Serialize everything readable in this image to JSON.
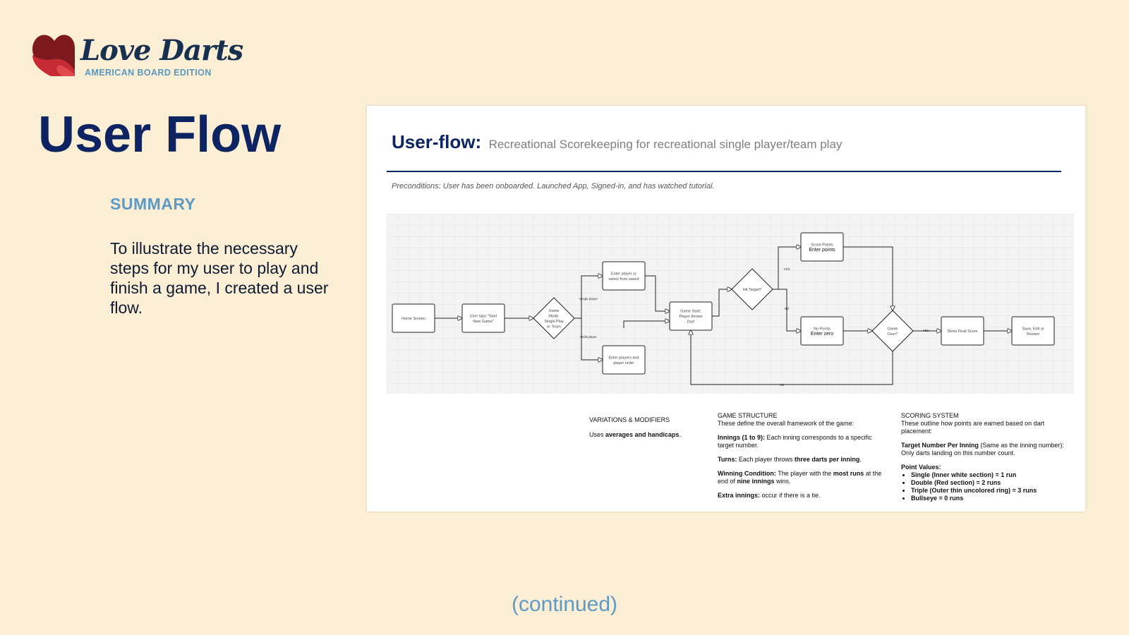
{
  "logo": {
    "title": "Love Darts",
    "subtitle": "AMERICAN BOARD EDITION"
  },
  "page_title": "User Flow",
  "summary": {
    "heading": "SUMMARY",
    "body": "To illustrate the necessary steps for my user to play and finish a game, I created a user flow."
  },
  "continued": "(continued)",
  "colors": {
    "navy": "#0D2362",
    "accent_blue": "#5E9AC3",
    "background": "#FAEED5",
    "logo_red": "#B3202A"
  },
  "card": {
    "title": "User-flow:",
    "subtitle": "Recreational Scorekeeping for recreational single player/team play",
    "preconditions": "Preconditions: User has been onboarded. Launched App, Signed-in, and has watched tutorial."
  },
  "flow": {
    "nodes": [
      {
        "id": "home",
        "shape": "rect",
        "lines": [
          "Home Screen"
        ]
      },
      {
        "id": "new-game",
        "shape": "rect",
        "lines": [
          "User taps \"Start",
          "New Game\""
        ]
      },
      {
        "id": "game-mode",
        "shape": "diamond",
        "lines": [
          "Game",
          "Mode:",
          "Single Play",
          "or Team"
        ]
      },
      {
        "id": "enter-player",
        "shape": "rect",
        "lines": [
          "Enter player or",
          "select from saved"
        ]
      },
      {
        "id": "enter-players",
        "shape": "rect",
        "lines": [
          "Enter players and",
          "player order"
        ]
      },
      {
        "id": "game-start",
        "shape": "rect",
        "lines": [
          "Game Start:",
          "Player throws",
          "Dart"
        ]
      },
      {
        "id": "hit-target",
        "shape": "diamond",
        "lines": [
          "Hit Target?"
        ]
      },
      {
        "id": "score-points",
        "shape": "rect",
        "lines": [
          "Score Points",
          "Enter points"
        ]
      },
      {
        "id": "no-points",
        "shape": "rect",
        "lines": [
          "No Points",
          "Enter zero"
        ]
      },
      {
        "id": "game-over",
        "shape": "diamond",
        "lines": [
          "Game",
          "Over?"
        ]
      },
      {
        "id": "show-final",
        "shape": "rect",
        "lines": [
          "Show Final Score"
        ]
      },
      {
        "id": "save-edit",
        "shape": "rect",
        "lines": [
          "Save, Edit or",
          "Restart"
        ]
      }
    ],
    "edge_labels": {
      "single": "Single player",
      "multi": "Multi-player",
      "yes": "YES",
      "no": "NO"
    }
  },
  "variations": {
    "heading": "VARIATIONS & MODIFIERS",
    "pre": "Uses ",
    "bold": "averages and handicaps",
    "post": "."
  },
  "game_structure": {
    "heading": "GAME STRUCTURE",
    "intro": "These define the overall framework of the game:",
    "innings_label": "Innings (1 to 9):",
    "innings_text": " Each inning corresponds to a specific target number.",
    "turns_label": "Turns:",
    "turns_text": " Each player throws ",
    "turns_bold": "three darts per inning",
    "turns_end": ".",
    "win_label": "Winning Condition:",
    "win_text1": " The player with the ",
    "win_bold1": "most runs",
    "win_text2": " at the end of ",
    "win_bold2": "nine innings",
    "win_text3": " wins.",
    "extra_label": "Extra innings:",
    "extra_text": " occur if there is a tie."
  },
  "scoring_system": {
    "heading": "SCORING SYSTEM",
    "intro": "These outline how points are earned based on dart placement:",
    "target_label": "Target Number Per Inning",
    "target_text": " (Same as the inning number): Only darts landing on this number count.",
    "point_values_label": "Point Values:",
    "values": [
      "Single (Inner white section) = 1 run",
      "Double (Red section) = 2 runs",
      "Triple (Outer thin uncolored ring) = 3 runs",
      "Bullseye = 0 runs"
    ]
  }
}
